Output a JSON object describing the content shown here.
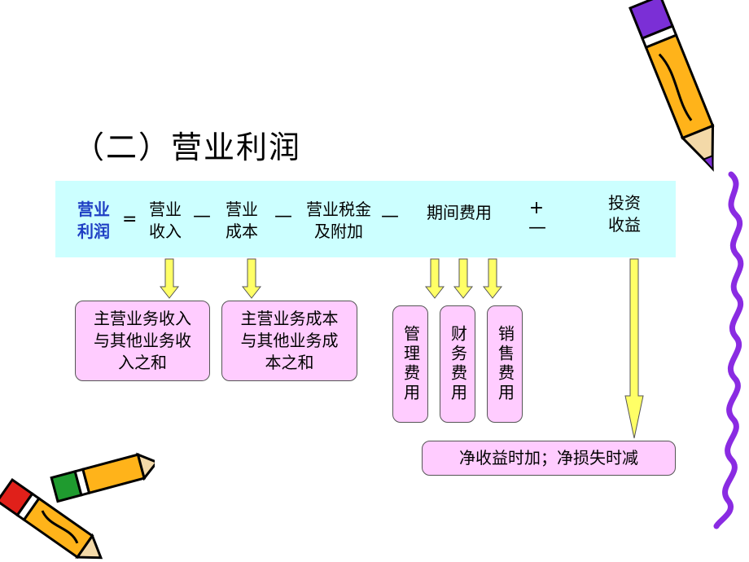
{
  "title": "（二）营业利润",
  "formula": {
    "profit": [
      "营业",
      "利润"
    ],
    "equals": "=",
    "revenue": [
      "营业",
      "收入"
    ],
    "minus1": "—",
    "cost": [
      "营业",
      "成本"
    ],
    "minus2": "—",
    "tax": [
      "营业税金",
      "及附加"
    ],
    "minus3": "—",
    "period_expense": "期间费用",
    "plus": "+",
    "minus4": "—",
    "investment": [
      "投资",
      "收益"
    ]
  },
  "boxes": {
    "revenue_detail": [
      "主营业务收入",
      "与其他业务收",
      "入之和"
    ],
    "cost_detail": [
      "主营业务成本",
      "与其他业务成",
      "本之和"
    ],
    "management": "管理费用",
    "finance": "财务费用",
    "sales": "销售费用",
    "net_gain": "净收益时加；净损失时减"
  },
  "colors": {
    "band": "#ccffff",
    "box": "#ffccff",
    "arrow": "#ffff66",
    "label_blue": "#1f3fc4",
    "border_purple": "#8a2be2"
  }
}
